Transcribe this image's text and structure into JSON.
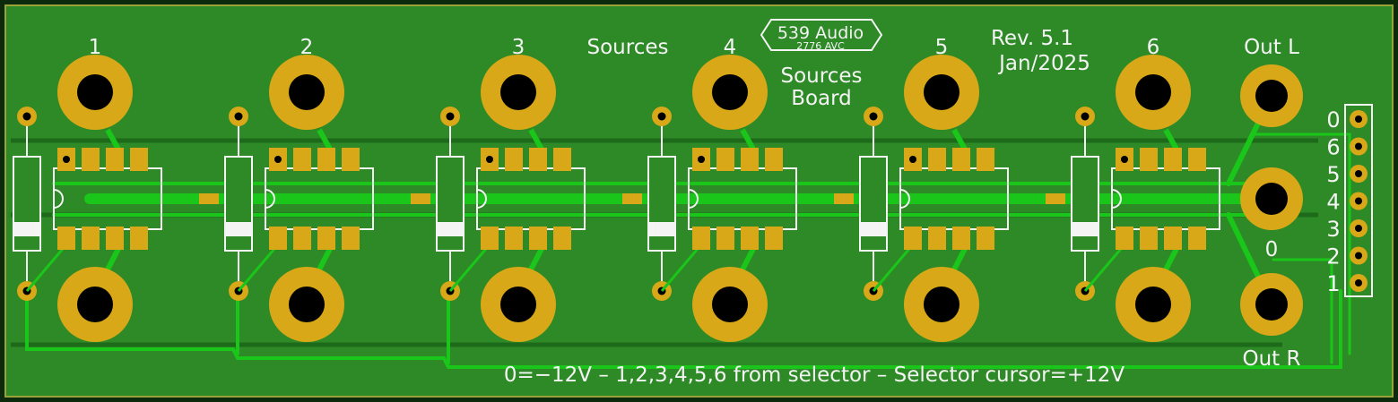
{
  "board": {
    "source_labels": [
      "1",
      "2",
      "3",
      "4",
      "5",
      "6"
    ],
    "sources_title": "Sources",
    "logo_top": "539 Audio",
    "logo_bottom": "2776 AVC",
    "board_name_line1": "Sources",
    "board_name_line2": "Board",
    "revision": "Rev. 5.1",
    "date": "Jan/2025",
    "out_left": "Out L",
    "out_right": "Out R",
    "out_common": "0",
    "header_pins": [
      "0",
      "6",
      "5",
      "4",
      "3",
      "2",
      "1"
    ],
    "footer_note": "0=−12V – 1,2,3,4,5,6 from selector – Selector cursor=+12V"
  },
  "colors": {
    "background": "#0c2b0c",
    "board": "#2e8a26",
    "board_edge": "#9aa23a",
    "copper_trace": "#19c619",
    "dark_trace": "#1e6a1b",
    "pad": "#d8a818",
    "hole": "#000000",
    "silkscreen": "#f4f4f4"
  }
}
